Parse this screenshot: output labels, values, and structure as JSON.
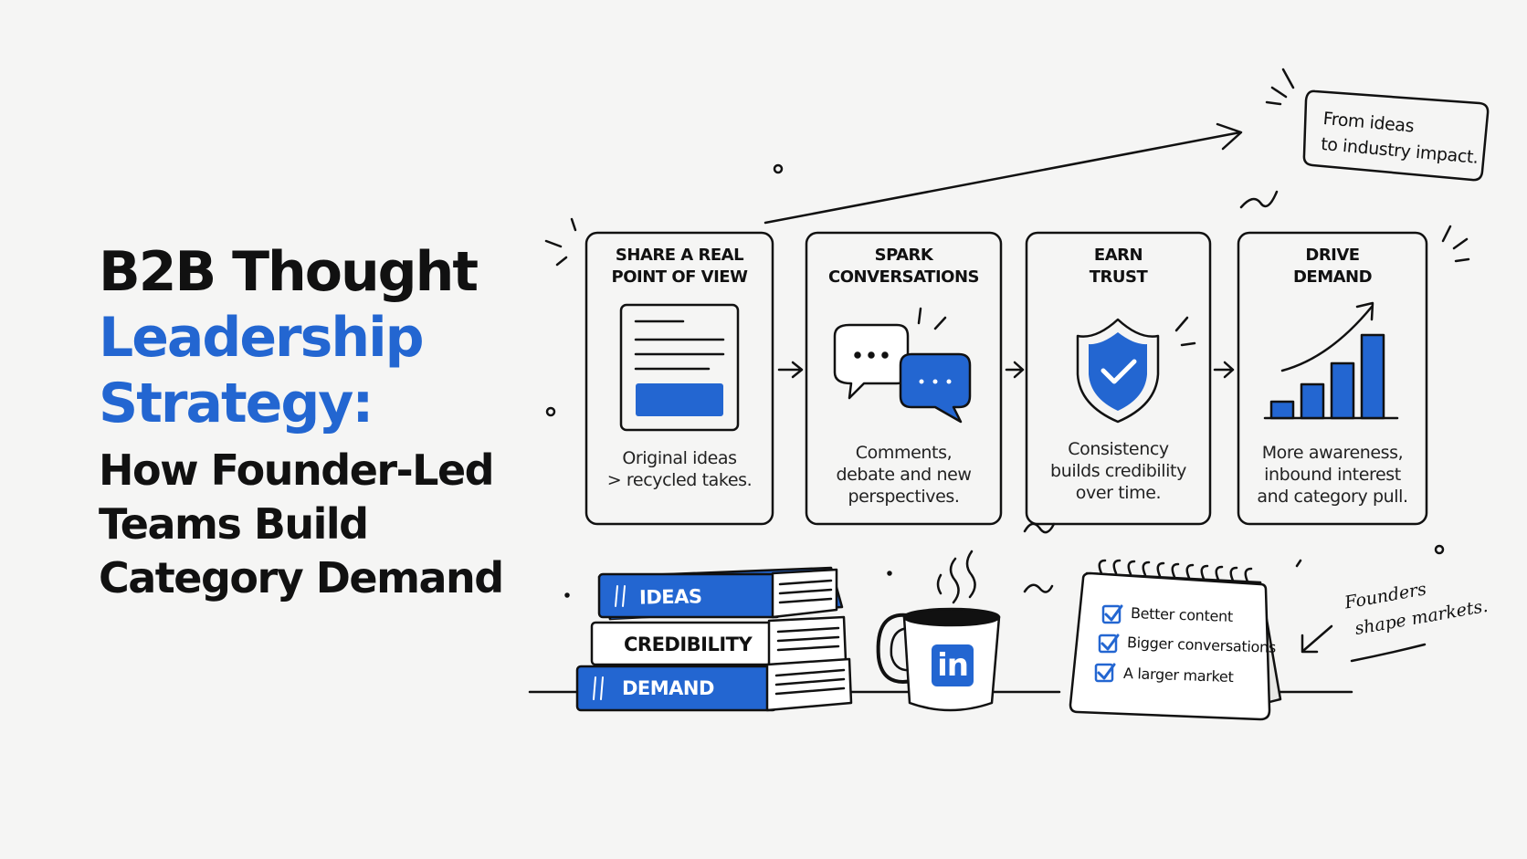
{
  "title": {
    "line1": "B2B Thought",
    "line2": "Leadership",
    "line3": "Strategy:",
    "subtitle": [
      "How Founder-Led",
      "Teams Build",
      "Category Demand"
    ]
  },
  "steps": [
    {
      "title": [
        "SHARE A REAL",
        "POINT OF VIEW"
      ],
      "desc": [
        "Original ideas",
        "> recycled takes."
      ],
      "icon": "document-icon"
    },
    {
      "title": [
        "SPARK",
        "CONVERSATIONS"
      ],
      "desc": [
        "Comments,",
        "debate and new",
        "perspectives."
      ],
      "icon": "chat-bubbles-icon"
    },
    {
      "title": [
        "EARN",
        "TRUST"
      ],
      "desc": [
        "Consistency",
        "builds credibility",
        "over time."
      ],
      "icon": "shield-check-icon"
    },
    {
      "title": [
        "DRIVE",
        "DEMAND"
      ],
      "desc": [
        "More awareness,",
        "inbound interest",
        "and category pull."
      ],
      "icon": "growth-chart-icon"
    }
  ],
  "note": [
    "From ideas",
    "to industry impact."
  ],
  "books": [
    "IDEAS",
    "CREDIBILITY",
    "DEMAND"
  ],
  "mug_logo": "in",
  "checklist": [
    "Better content",
    "Bigger conversations",
    "A larger market"
  ],
  "founders_note": [
    "Founders",
    "shape markets."
  ],
  "colors": {
    "accent": "#2366d1",
    "ink": "#111111",
    "background": "#f5f5f4"
  }
}
